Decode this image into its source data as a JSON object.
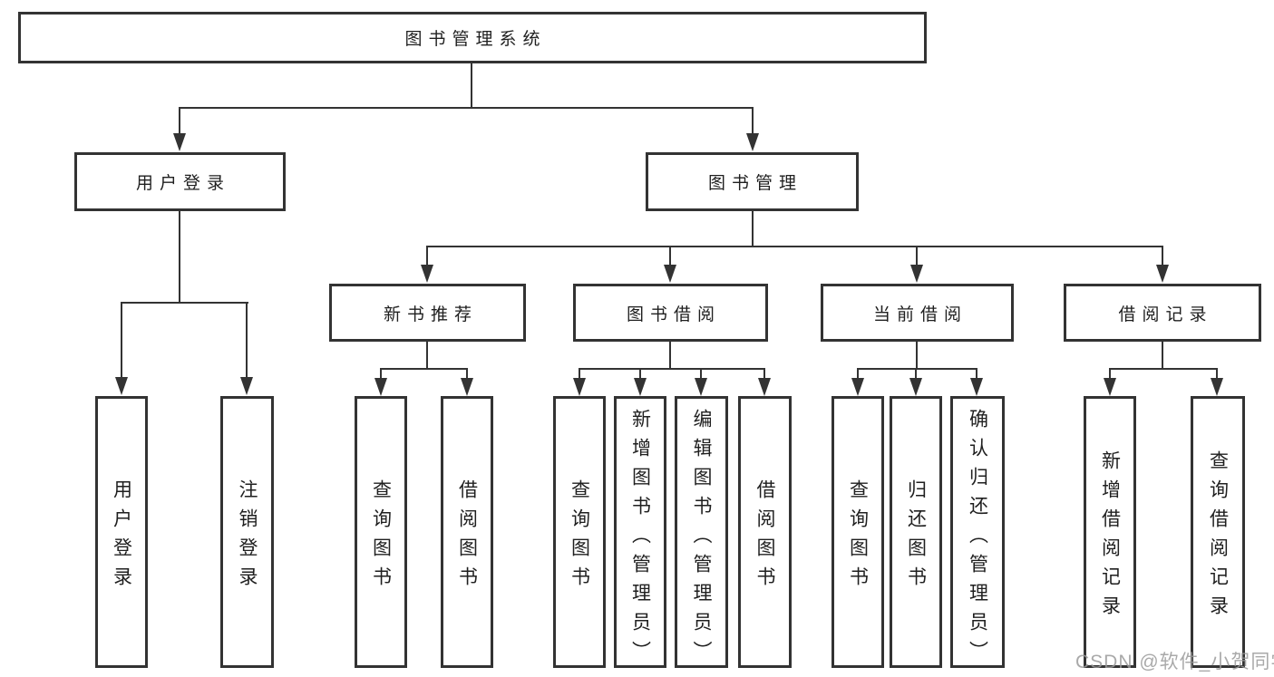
{
  "diagram": {
    "title": "图书管理系统",
    "branches": {
      "user_login": {
        "label": "用户登录",
        "children": [
          "用户登录",
          "注销登录"
        ]
      },
      "book_mgmt": {
        "label": "图书管理",
        "modules": [
          {
            "label": "新书推荐",
            "children": [
              "查询图书",
              "借阅图书"
            ]
          },
          {
            "label": "图书借阅",
            "children": [
              "查询图书",
              "新增图书（管理员）",
              "编辑图书（管理员）",
              "借阅图书"
            ]
          },
          {
            "label": "当前借阅",
            "children": [
              "查询图书",
              "归还图书",
              "确认归还（管理员）"
            ]
          },
          {
            "label": "借阅记录",
            "children": [
              "新增借阅记录",
              "查询借阅记录"
            ]
          }
        ]
      }
    }
  },
  "watermark": {
    "text": "CSDN @软件_小贺同学"
  },
  "colors": {
    "line": "#333333",
    "text": "#1f1f1f",
    "watermark": "#9b9b9b",
    "background": "#ffffff"
  }
}
